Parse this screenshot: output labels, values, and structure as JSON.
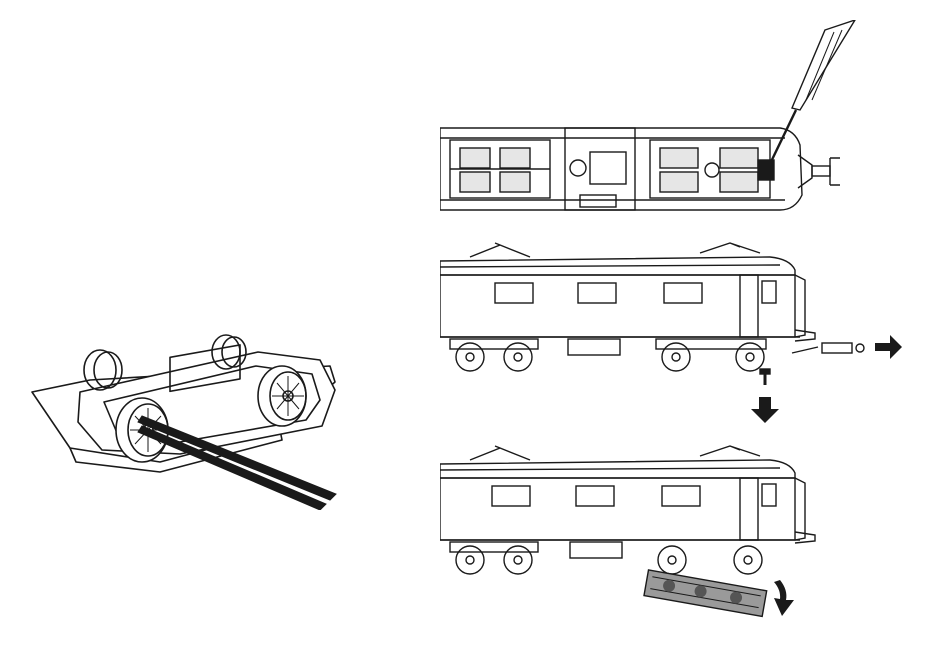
{
  "colors": {
    "ink": "#1a1a1a",
    "paper": "#ffffff",
    "fill": "#e6e6e6"
  },
  "illustrations": [
    {
      "name": "bogie-wheel-tweezers"
    },
    {
      "name": "underside-screwdriver"
    },
    {
      "name": "side-coupler-removal"
    },
    {
      "name": "side-bogie-removal"
    }
  ]
}
